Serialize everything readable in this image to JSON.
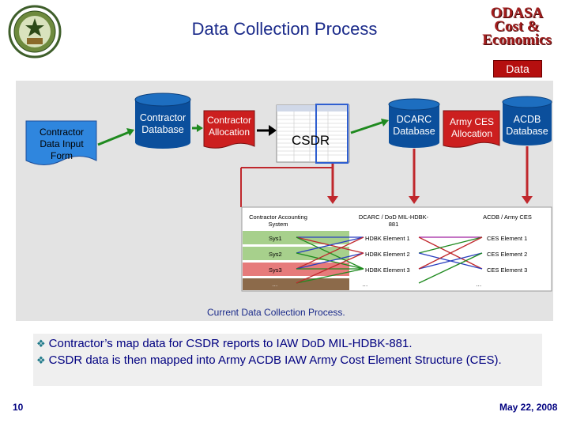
{
  "header": {
    "title": "Data Collection Process",
    "logo_right_lines": [
      "ODASA",
      "Cost &",
      "Economics"
    ],
    "data_badge": "Data"
  },
  "flow": {
    "contractor_input_form": "Contractor Data Input Form",
    "contractor_database": "Contractor Database",
    "contractor_allocation": "Contractor Allocation",
    "csdr": "CSDR",
    "dcarc_database": "DCARC Database",
    "army_ces_allocation": "Army CES Allocation",
    "acdb_database": "ACDB Database"
  },
  "mapping": {
    "headers": [
      "Contractor Accounting System",
      "DCARC / DoD MIL-HDBK-881",
      "ACDB / Army CES"
    ],
    "rows": [
      [
        "Sys1",
        "HDBK Element 1",
        "CES Element 1"
      ],
      [
        "Sys2",
        "HDBK Element 2",
        "CES Element 2"
      ],
      [
        "Sys3",
        "HDBK Element 3",
        "CES Element 3"
      ],
      [
        "…",
        "…",
        "…"
      ]
    ],
    "caption": "Current Data Collection Process."
  },
  "bullets": [
    "Contractor’s map data for CSDR reports to IAW DoD MIL-HDBK-881.",
    "CSDR data is then mapped into Army ACDB IAW Army Cost Element Structure (CES)."
  ],
  "footer": {
    "page_number": "10",
    "date": "May 22, 2008"
  },
  "colors": {
    "title": "#1a2a8a",
    "cylinder_fill": "#0b4f9c",
    "doc_fill": "#2f86de",
    "arrow_green": "#1f8a1f",
    "arrow_red": "#c0282d",
    "badge": "#b50f0f"
  }
}
